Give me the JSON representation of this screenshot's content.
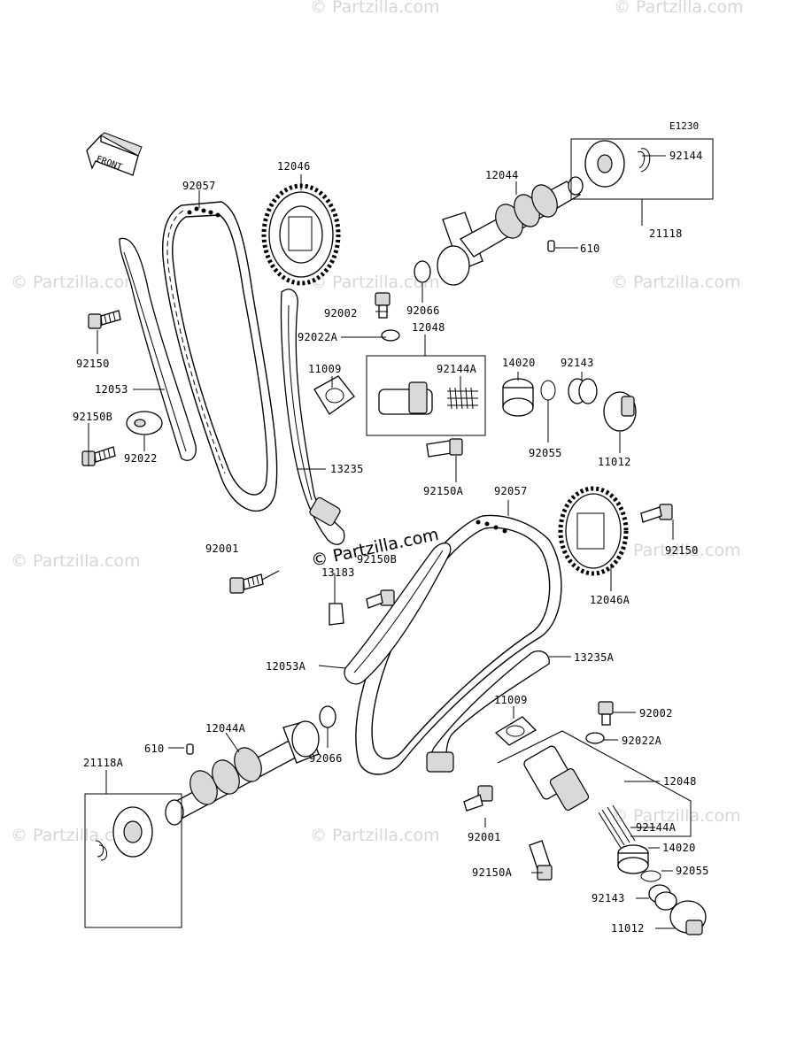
{
  "diagram": {
    "code": "E1230",
    "front_label": "FRONT",
    "watermark": "© Partzilla.com",
    "center_watermark": "© Partzilla.com"
  },
  "labels": {
    "p12046": "12046",
    "p92057_top": "92057",
    "p12044": "12044",
    "p92144": "92144",
    "p21118": "21118",
    "p610_top": "610",
    "p92066_top": "92066",
    "p92002_top": "92002",
    "p92022A_top": "92022A",
    "p12048_top": "12048",
    "p11009_top": "11009",
    "p92144A_top": "92144A",
    "p14020_top": "14020",
    "p92143_top": "92143",
    "p92055_top": "92055",
    "p11012_top": "11012",
    "p92150": "92150",
    "p12053": "12053",
    "p92150B_left": "92150B",
    "p92022": "92022",
    "p13235": "13235",
    "p92150A_top": "92150A",
    "p92057_mid": "92057",
    "p92150_right": "92150",
    "p12046A": "12046A",
    "p92001_top": "92001",
    "p92150B_mid": "92150B",
    "p13183": "13183",
    "p12053A": "12053A",
    "p13235A": "13235A",
    "p11009_bot": "11009",
    "p92002_bot": "92002",
    "p92022A_bot": "92022A",
    "p12044A": "12044A",
    "p610_bot": "610",
    "p92066_bot": "92066",
    "p12048_bot": "12048",
    "p21118A": "21118A",
    "p92144A_bot": "92144A",
    "p14020_bot": "14020",
    "p92001_bot": "92001",
    "p92055_bot": "92055",
    "p92150A_bot": "92150A",
    "p92143_bot": "92143",
    "p11012_bot": "11012"
  }
}
